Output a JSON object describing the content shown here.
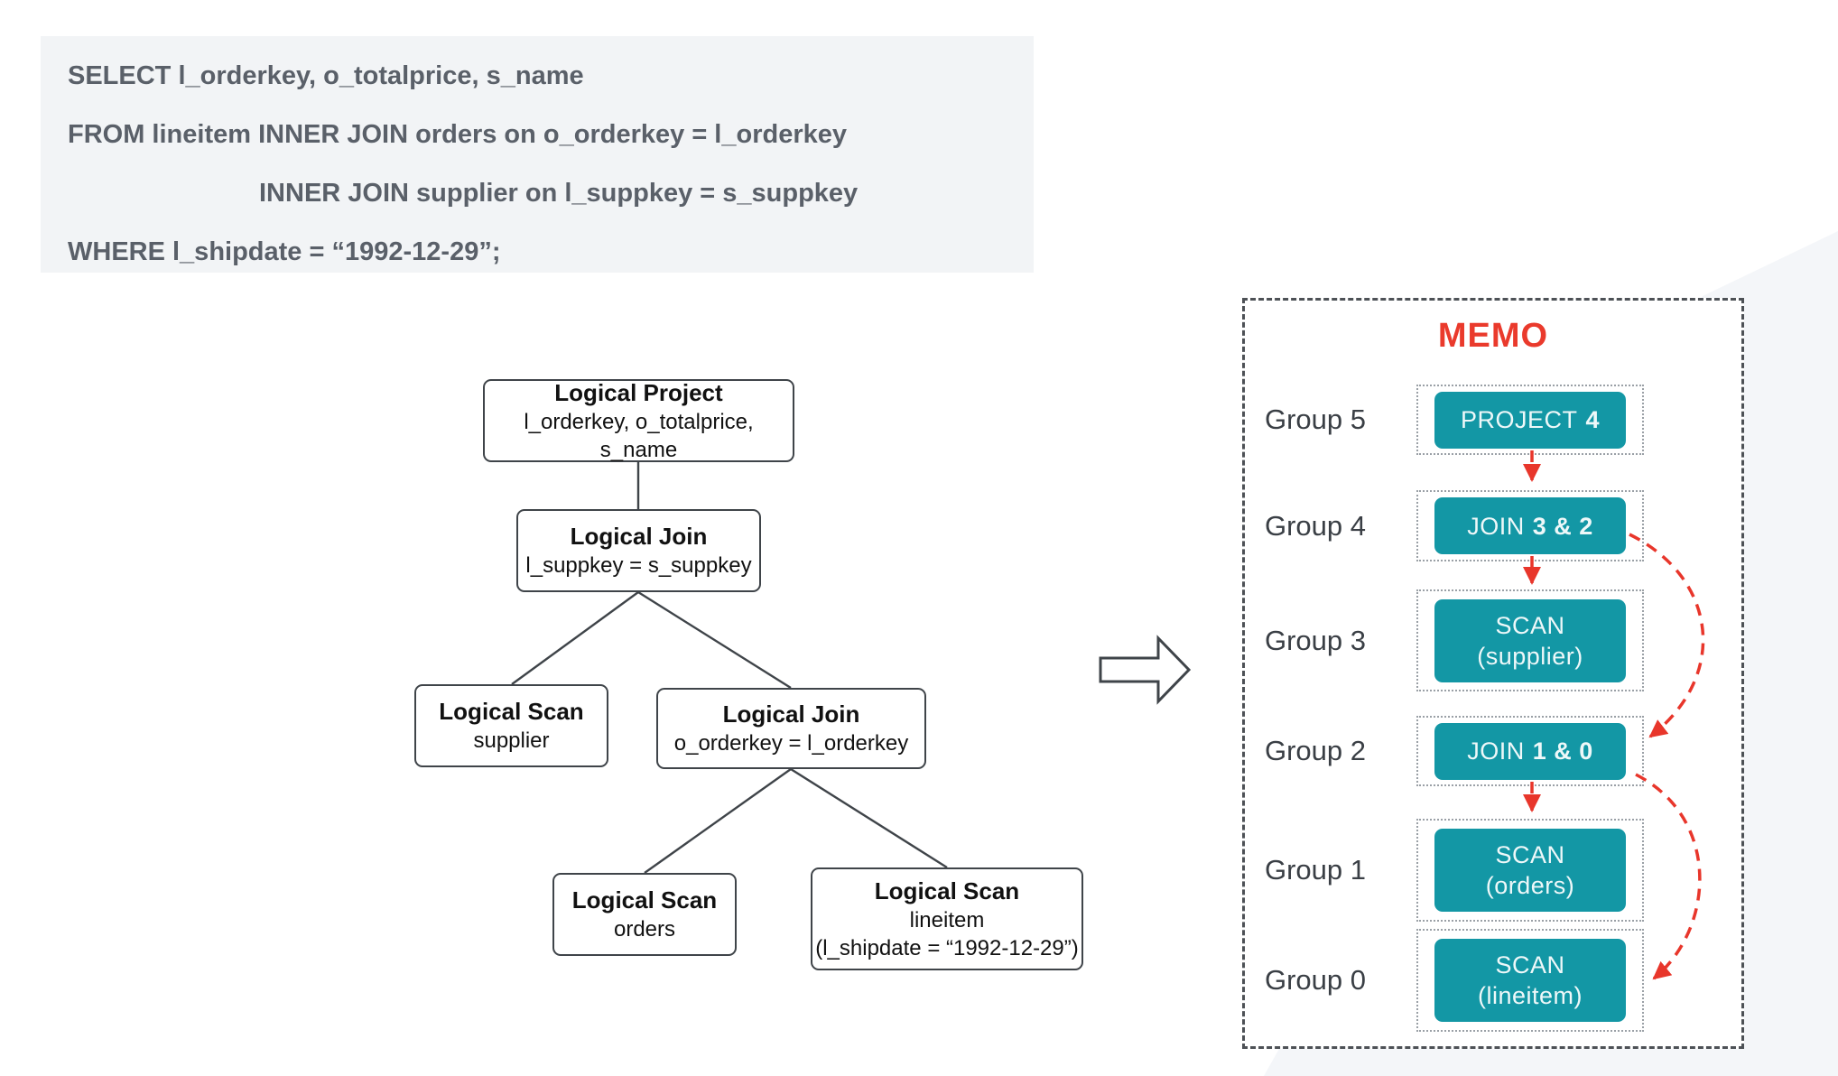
{
  "sql": {
    "lines": [
      "SELECT l_orderkey, o_totalprice, s_name",
      "FROM lineitem INNER JOIN orders on o_orderkey = l_orderkey",
      "INNER JOIN supplier on l_suppkey = s_suppkey",
      "WHERE l_shipdate = “1992-12-29”;"
    ]
  },
  "tree": {
    "nodes": [
      {
        "title": "Logical Project",
        "subtitle": "l_orderkey, o_totalprice, s_name",
        "subtitle2": ""
      },
      {
        "title": "Logical Join",
        "subtitle": "l_suppkey = s_suppkey",
        "subtitle2": ""
      },
      {
        "title": "Logical Scan",
        "subtitle": "supplier",
        "subtitle2": ""
      },
      {
        "title": "Logical Join",
        "subtitle": "o_orderkey = l_orderkey",
        "subtitle2": ""
      },
      {
        "title": "Logical Scan",
        "subtitle": "orders",
        "subtitle2": ""
      },
      {
        "title": "Logical Scan",
        "subtitle": "lineitem",
        "subtitle2": "(l_shipdate = “1992-12-29”)"
      }
    ]
  },
  "memo": {
    "title": "MEMO",
    "groups": [
      {
        "label": "Group 5",
        "line1": "PROJECT",
        "bold": "4",
        "line2": ""
      },
      {
        "label": "Group 4",
        "line1": "JOIN",
        "bold": "3 & 2",
        "line2": ""
      },
      {
        "label": "Group 3",
        "line1": "SCAN",
        "bold": "",
        "line2": "(supplier)"
      },
      {
        "label": "Group 2",
        "line1": "JOIN",
        "bold": "1 & 0",
        "line2": ""
      },
      {
        "label": "Group 1",
        "line1": "SCAN",
        "bold": "",
        "line2": "(orders)"
      },
      {
        "label": "Group 0",
        "line1": "SCAN",
        "bold": "",
        "line2": "(lineitem)"
      }
    ]
  },
  "colors": {
    "teal_chip": "#1397a5",
    "red_accent": "#ea3a2c",
    "sql_text": "#5a6069",
    "sql_background": "#f2f4f6",
    "outline_gray": "#3f4449",
    "dotted_gray": "#9aa0a6",
    "wedge_background": "#f4f6f9"
  }
}
